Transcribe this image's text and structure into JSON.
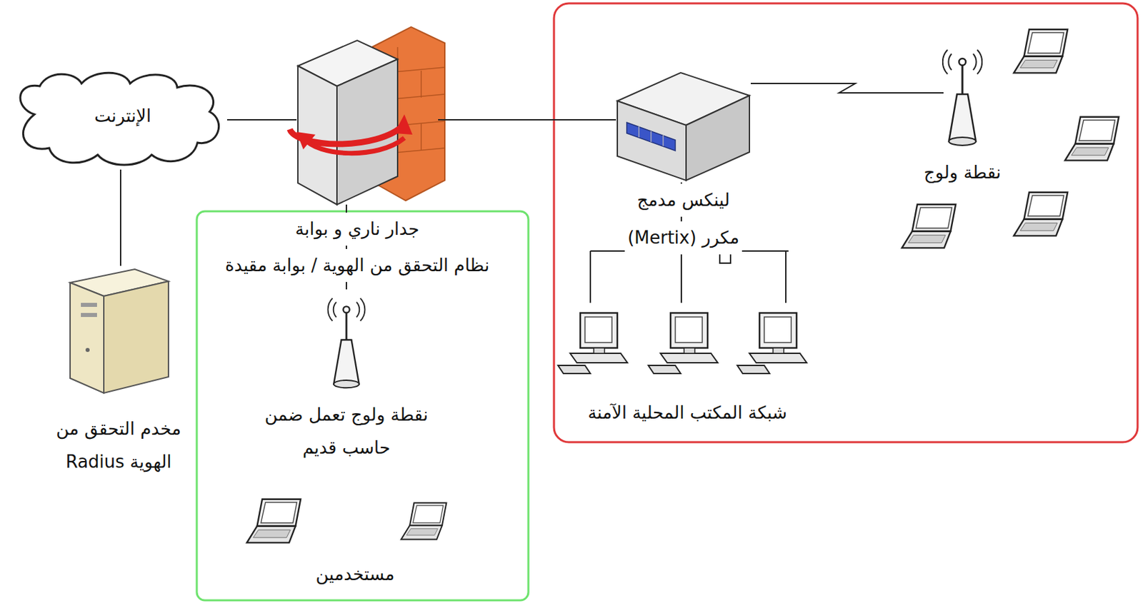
{
  "diagram": {
    "nodes": [
      {
        "text": [
          "الإنترنت"
        ]
      },
      {
        "text": [
          "جدار ناري و بوابة",
          "نظام التحقق من الهوية / بوابة مقيدة"
        ]
      },
      {
        "text": [
          "مخدم التحقق من الهوية Radius"
        ]
      },
      {
        "text": [
          "نقطة ولوج تعمل ضمن حاسب قديم"
        ]
      },
      {
        "text": [
          "مستخدمين"
        ]
      },
      {
        "text": [
          "لينكس مدمج",
          "مكرر (Mertix)"
        ]
      },
      {
        "text": [
          "شبكة المكتب المحلية الآمنة"
        ]
      },
      {
        "text": [
          "نقطة ولوج"
        ]
      }
    ],
    "edges": [
      {
        "from": 0,
        "to": 1,
        "arrow": "none"
      },
      {
        "from": 0,
        "to": 2,
        "arrow": "none"
      },
      {
        "from": 1,
        "to": 3,
        "arrow": "none"
      },
      {
        "from": 1,
        "to": 5,
        "arrow": "none"
      },
      {
        "from": 5,
        "to": 6,
        "arrow": "none"
      },
      {
        "from": 5,
        "to": 7,
        "arrow": "none"
      }
    ]
  }
}
